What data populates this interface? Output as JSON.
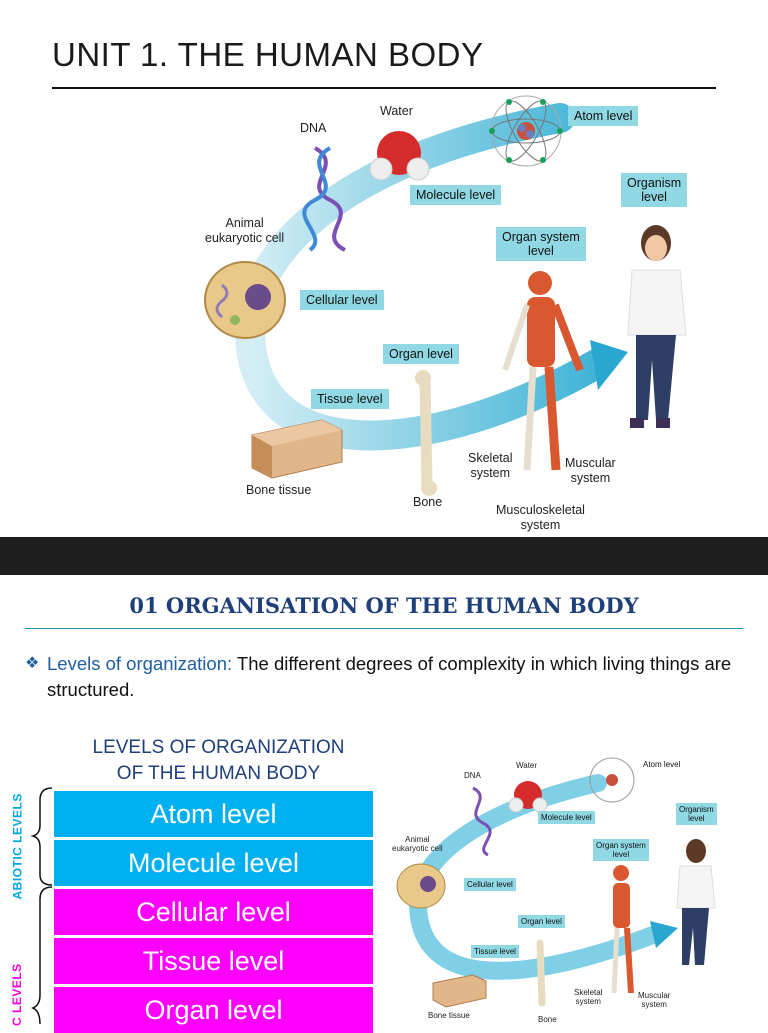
{
  "slide1": {
    "title": "UNIT 1. THE HUMAN BODY",
    "labels": {
      "atom": "Atom level",
      "molecule": "Molecule level",
      "cellular": "Cellular level",
      "organ": "Organ level",
      "tissue": "Tissue level",
      "organ_system": "Organ system\nlevel",
      "organism": "Organism\nlevel"
    },
    "captions": {
      "water": "Water",
      "dna": "DNA",
      "animal_cell": "Animal\neukaryotic cell",
      "bone_tissue": "Bone tissue",
      "bone": "Bone",
      "skeletal": "Skeletal\nsystem",
      "muscular": "Muscular\nsystem",
      "musculoskeletal": "Musculoskeletal\nsystem"
    }
  },
  "slide2": {
    "section_title": "01 ORGANISATION OF THE HUMAN BODY",
    "bullet_icon": "❖",
    "definition_term": "Levels of organization:",
    "definition_text": " The different degrees of complexity in which living things are structured.",
    "levels_heading": "LEVELS OF ORGANIZATION\nOF THE HUMAN BODY",
    "levels": [
      {
        "label": "Atom level"
      },
      {
        "label": "Molecule level"
      },
      {
        "label": "Cellular level"
      },
      {
        "label": "Tissue level"
      },
      {
        "label": "Organ level"
      }
    ],
    "abiotic_label": "ABIOTIC LEVELS",
    "biotic_label": "C LEVELS",
    "colors": {
      "abiotic": "#00b0f0",
      "biotic": "#ff00ff",
      "heading": "#1f3f7a"
    },
    "thumb_labels": {
      "atom": "Atom level",
      "molecule": "Molecule level",
      "cellular": "Cellular level",
      "organ": "Organ level",
      "tissue": "Tissue level",
      "organ_system": "Organ system\nlevel",
      "organism": "Organism\nlevel"
    },
    "thumb_captions": {
      "water": "Water",
      "dna": "DNA",
      "animal_cell": "Animal\neukaryotic cell",
      "bone_tissue": "Bone tissue",
      "bone": "Bone",
      "skeletal": "Skeletal\nsystem",
      "muscular": "Muscular\nsystem"
    }
  }
}
